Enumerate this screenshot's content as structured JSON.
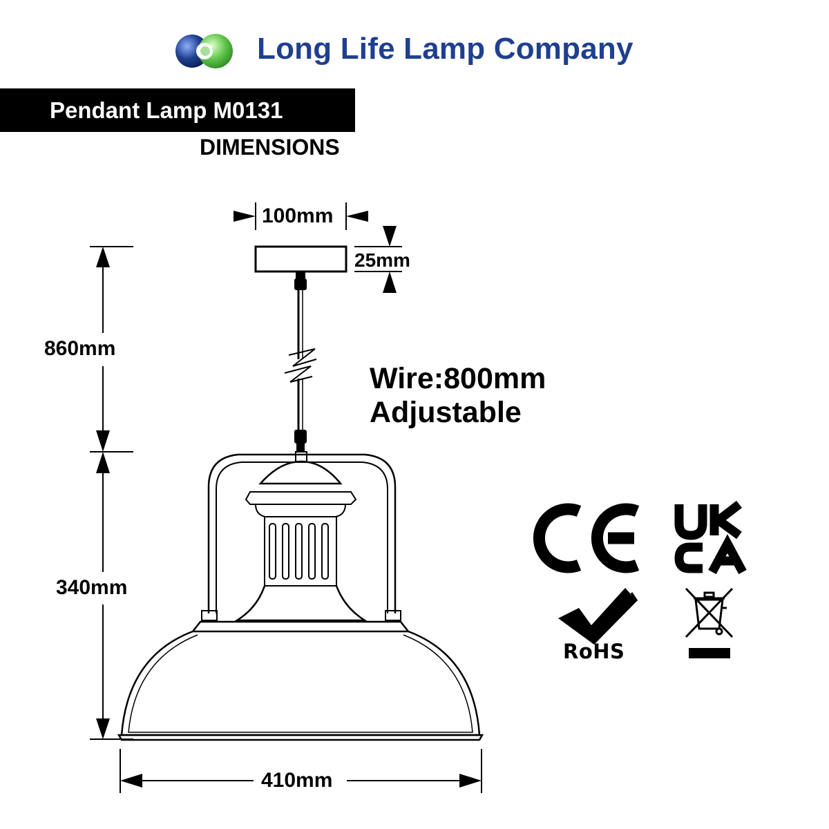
{
  "header": {
    "company_name": "Long Life Lamp Company",
    "logo_icon": "long-life-lamp-logo-icon",
    "logo_colors": {
      "blue": "#1f3f8f",
      "green": "#5fc64a"
    }
  },
  "title_bar": {
    "title": "Pendant Lamp M0131",
    "subtitle": "DIMENSIONS"
  },
  "dimensions": {
    "canopy_width": "100mm",
    "canopy_height": "25mm",
    "suspension_length": "860mm",
    "lamp_height": "340mm",
    "shade_diameter": "410mm"
  },
  "wire_note": {
    "line1": "Wire:800mm",
    "line2": "Adjustable"
  },
  "certifications": {
    "ce": "CE",
    "ukca_line1": "UK",
    "ukca_line2": "CA",
    "rohs": "RoHS",
    "weee_icon": "crossed-out-wheelie-bin-icon"
  }
}
